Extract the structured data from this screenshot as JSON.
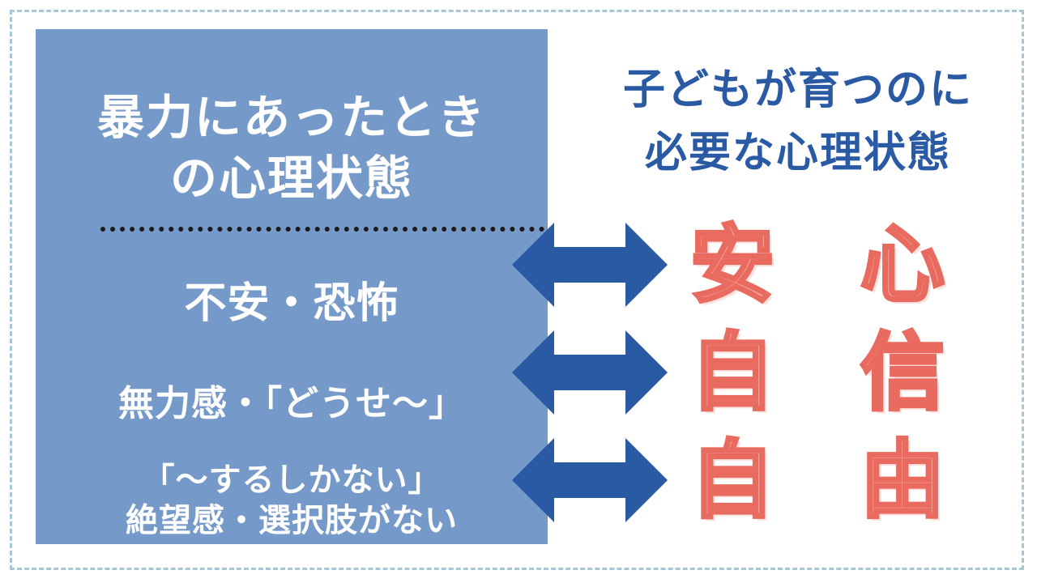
{
  "left_panel": {
    "title_line1": "暴力にあったとき",
    "title_line2": "の心理状態",
    "items": [
      {
        "lines": [
          "不安・恐怖"
        ]
      },
      {
        "lines": [
          "無力感・「どうせ～」"
        ]
      },
      {
        "lines": [
          "「～するしかない」",
          "絶望感・選択肢がない"
        ]
      }
    ]
  },
  "right_panel": {
    "title_line1": "子どもが育つのに",
    "title_line2": "必要な心理状態",
    "pairs": [
      {
        "left": "安",
        "right": "心"
      },
      {
        "left": "自",
        "right": "信"
      },
      {
        "left": "自",
        "right": "由"
      }
    ]
  },
  "colors": {
    "panel_bg": "#7599c8",
    "arrow": "#2a5aa4",
    "title_blue": "#2a5aa4",
    "char_fill": "#f6a8a0",
    "char_stroke": "#e96b5f",
    "frame_dash": "#a9c6d6"
  },
  "icons": {
    "arrow": "double-headed-arrow-icon"
  }
}
